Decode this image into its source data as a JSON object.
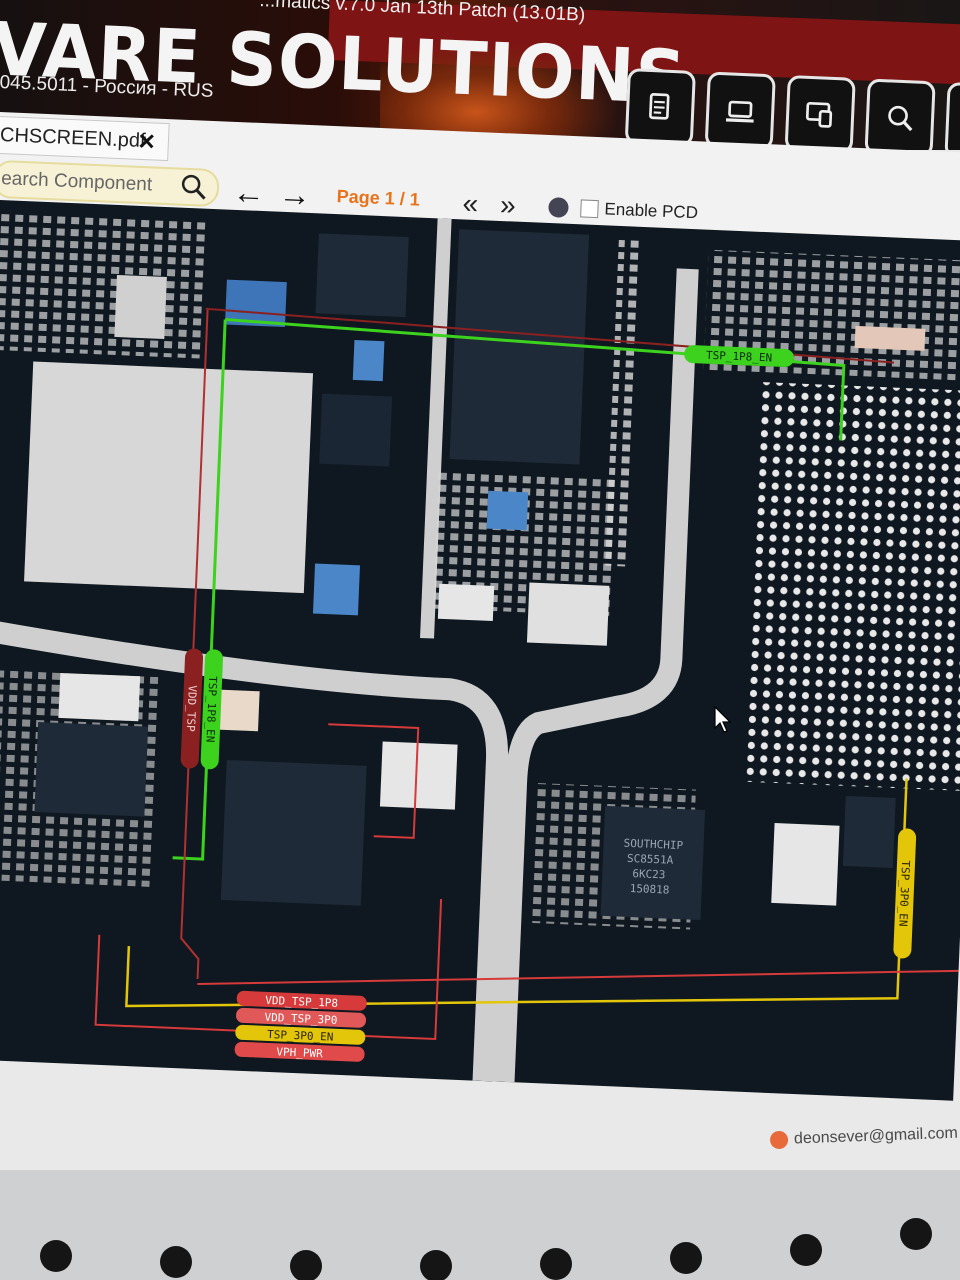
{
  "app": {
    "version_text": "...matics v.7.0 Jan 13th Patch (13.01B)",
    "brand_text": "VARE SOLUTIONS",
    "license_text": "045.5011 - Россия - RUS",
    "toolbar_icons": [
      "document-list-icon",
      "laptop-icon",
      "devices-icon",
      "zoom-icon"
    ]
  },
  "tab": {
    "filename": "CHSCREEN.pdf",
    "close_label": "✕"
  },
  "search": {
    "placeholder": "earch Component"
  },
  "nav": {
    "back": "←",
    "forward": "→",
    "page_label": "Page 1 / 1",
    "first": "«",
    "last": "»"
  },
  "pcd": {
    "label": "Enable PCD",
    "checked": false
  },
  "schematic": {
    "net_labels": [
      "TSP_1P8_EN",
      "VDD_TSP",
      "TSP_1P8_EN",
      "TSP_3P0_EN"
    ],
    "legend": [
      {
        "label": "VDD_TSP_1P8",
        "color": "#d63a3a"
      },
      {
        "label": "VDD_TSP_3P0",
        "color": "#e05858"
      },
      {
        "label": "TSP_3P0_EN",
        "color": "#e3c60a"
      },
      {
        "label": "VPH_PWR",
        "color": "#e04a4a"
      }
    ],
    "chip_marks": [
      "SOUTHCHIP",
      "SC8551A",
      "6KC23",
      "150818"
    ]
  },
  "footer": {
    "email": "deonsever@gmail.com"
  },
  "colors": {
    "accent_orange": "#e8731c",
    "net_green": "#3cd21e",
    "net_yellow": "#e3c60a",
    "net_red": "#d63a3a"
  }
}
